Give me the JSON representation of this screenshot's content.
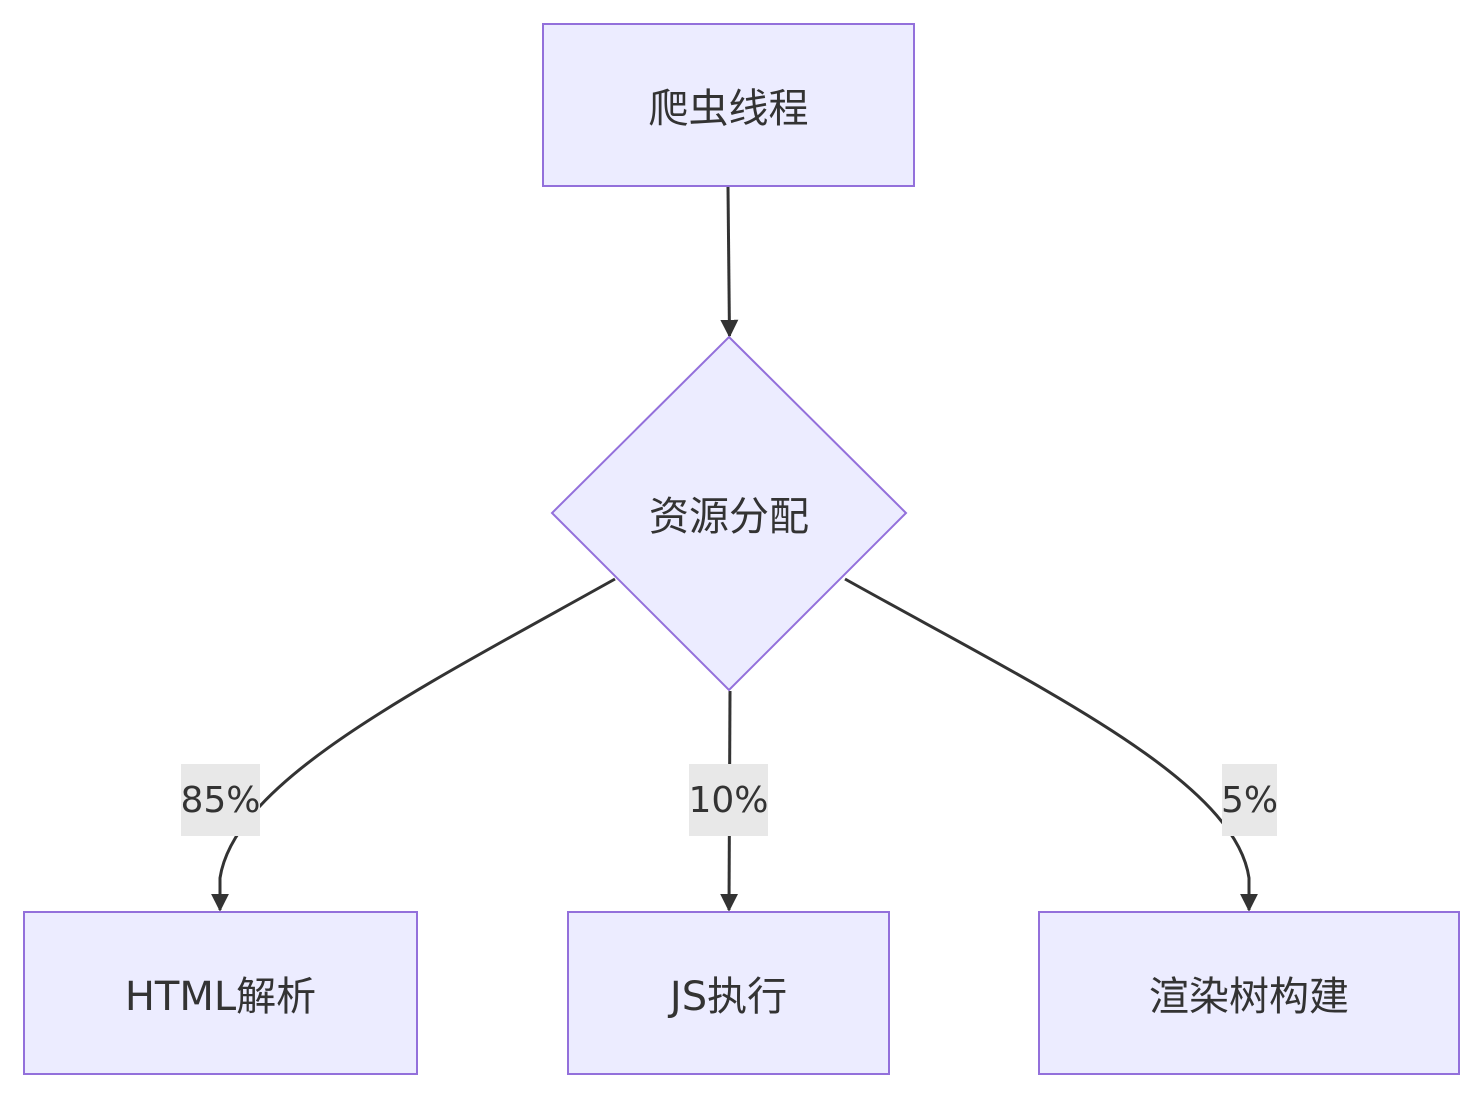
{
  "nodes": {
    "crawler_thread": "爬虫线程",
    "resource_allocation": "资源分配",
    "html_parsing": "HTML解析",
    "js_execution": "JS执行",
    "render_tree_build": "渲染树构建"
  },
  "edges": {
    "to_html_label": "85%",
    "to_js_label": "10%",
    "to_render_label": "5%"
  },
  "colors": {
    "node_fill": "#ececff",
    "node_stroke": "#9370db",
    "edge": "#333333",
    "edge_label_bg": "#e8e8e8"
  }
}
